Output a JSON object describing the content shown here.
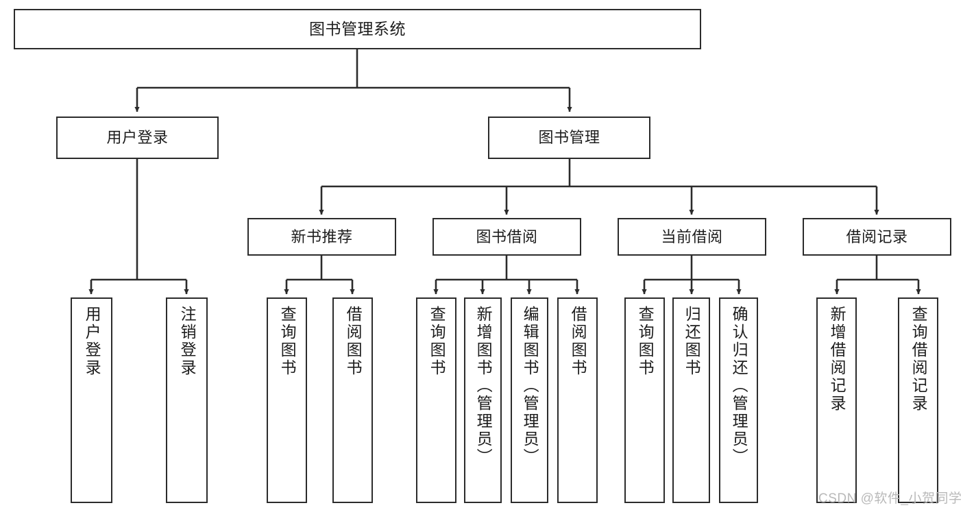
{
  "diagram": {
    "type": "tree",
    "title": "图书管理系统",
    "watermark": "CSDN @软件_小贺同学",
    "colors": {
      "stroke": "#2b2b2b",
      "fill": "#ffffff",
      "text": "#1d1d1d",
      "watermark": "#b9b9b9"
    },
    "levels": {
      "root": {
        "label": "图书管理系统"
      },
      "level2": [
        {
          "id": "user-login",
          "label": "用户登录"
        },
        {
          "id": "book-manage",
          "label": "图书管理"
        }
      ],
      "level3": [
        {
          "id": "new-book-recommend",
          "label": "新书推荐",
          "parent": "book-manage"
        },
        {
          "id": "book-borrow",
          "label": "图书借阅",
          "parent": "book-manage"
        },
        {
          "id": "current-borrow",
          "label": "当前借阅",
          "parent": "book-manage"
        },
        {
          "id": "borrow-record",
          "label": "借阅记录",
          "parent": "book-manage"
        }
      ],
      "leaves": [
        {
          "id": "leaf-user-login",
          "label": "用户登录",
          "parent": "user-login"
        },
        {
          "id": "leaf-user-logout",
          "label": "注销登录",
          "parent": "user-login"
        },
        {
          "id": "leaf-query-book-1",
          "label": "查询图书",
          "parent": "new-book-recommend"
        },
        {
          "id": "leaf-borrow-book-1",
          "label": "借阅图书",
          "parent": "new-book-recommend"
        },
        {
          "id": "leaf-query-book-2",
          "label": "查询图书",
          "parent": "book-borrow"
        },
        {
          "id": "leaf-add-book",
          "label": "新增图书（管理员）",
          "parent": "book-borrow"
        },
        {
          "id": "leaf-edit-book",
          "label": "编辑图书（管理员）",
          "parent": "book-borrow"
        },
        {
          "id": "leaf-borrow-book-2",
          "label": "借阅图书",
          "parent": "book-borrow"
        },
        {
          "id": "leaf-query-book-3",
          "label": "查询图书",
          "parent": "current-borrow"
        },
        {
          "id": "leaf-return-book",
          "label": "归还图书",
          "parent": "current-borrow"
        },
        {
          "id": "leaf-confirm-return",
          "label": "确认归还（管理员）",
          "parent": "current-borrow"
        },
        {
          "id": "leaf-add-record",
          "label": "新增借阅记录",
          "parent": "borrow-record"
        },
        {
          "id": "leaf-query-record",
          "label": "查询借阅记录",
          "parent": "borrow-record"
        }
      ]
    }
  }
}
